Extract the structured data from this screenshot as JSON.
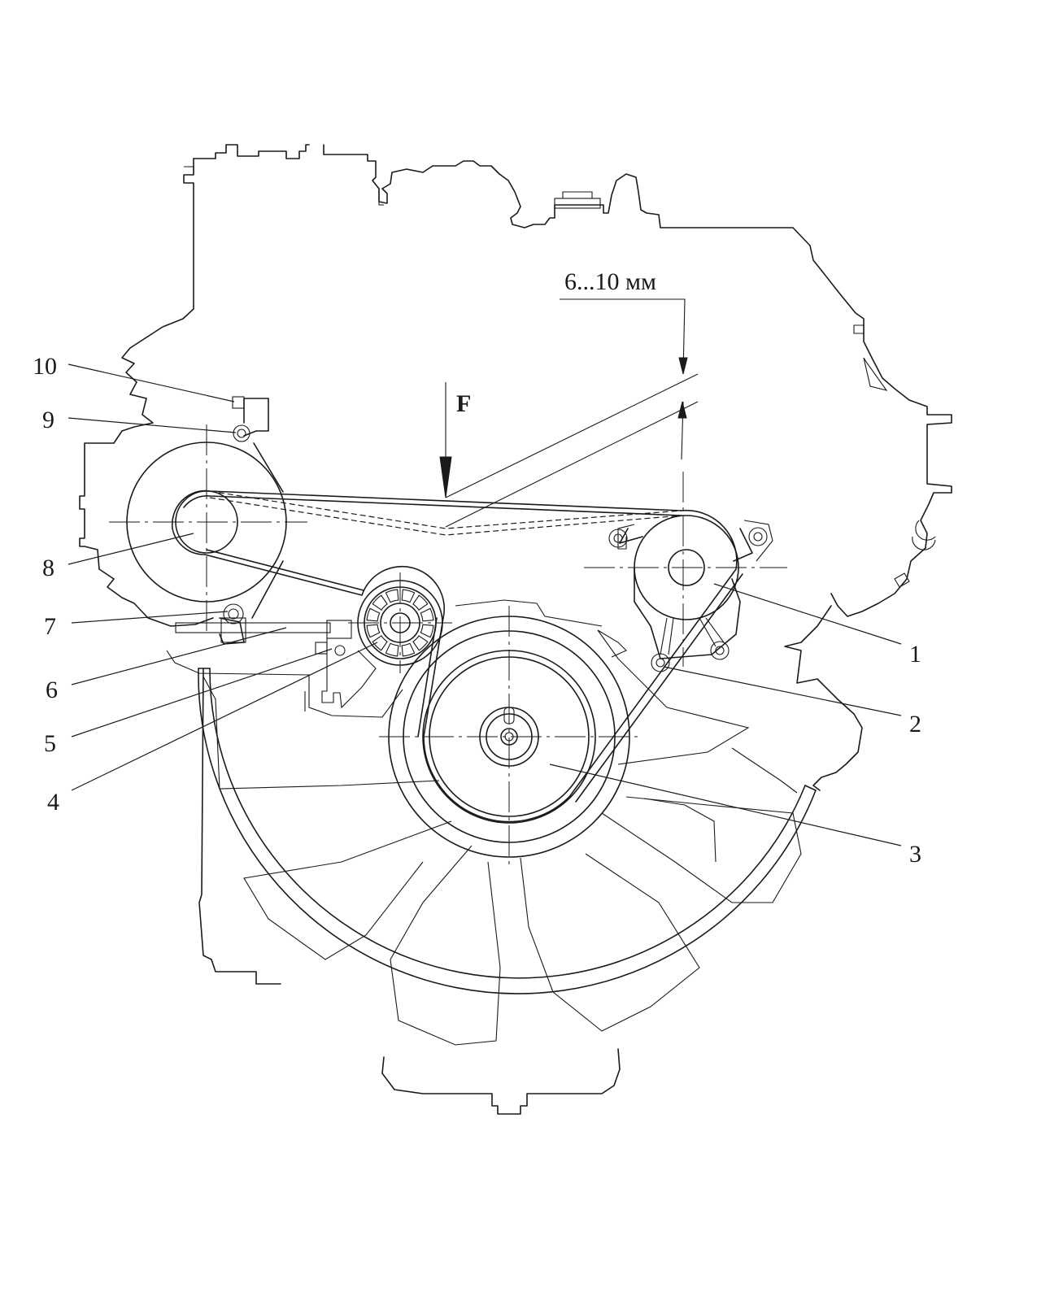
{
  "figure": {
    "force_label": "F",
    "deflection_label": "6...10 мм",
    "callouts": [
      "1",
      "2",
      "3",
      "4",
      "5",
      "6",
      "7",
      "8",
      "9",
      "10"
    ]
  }
}
